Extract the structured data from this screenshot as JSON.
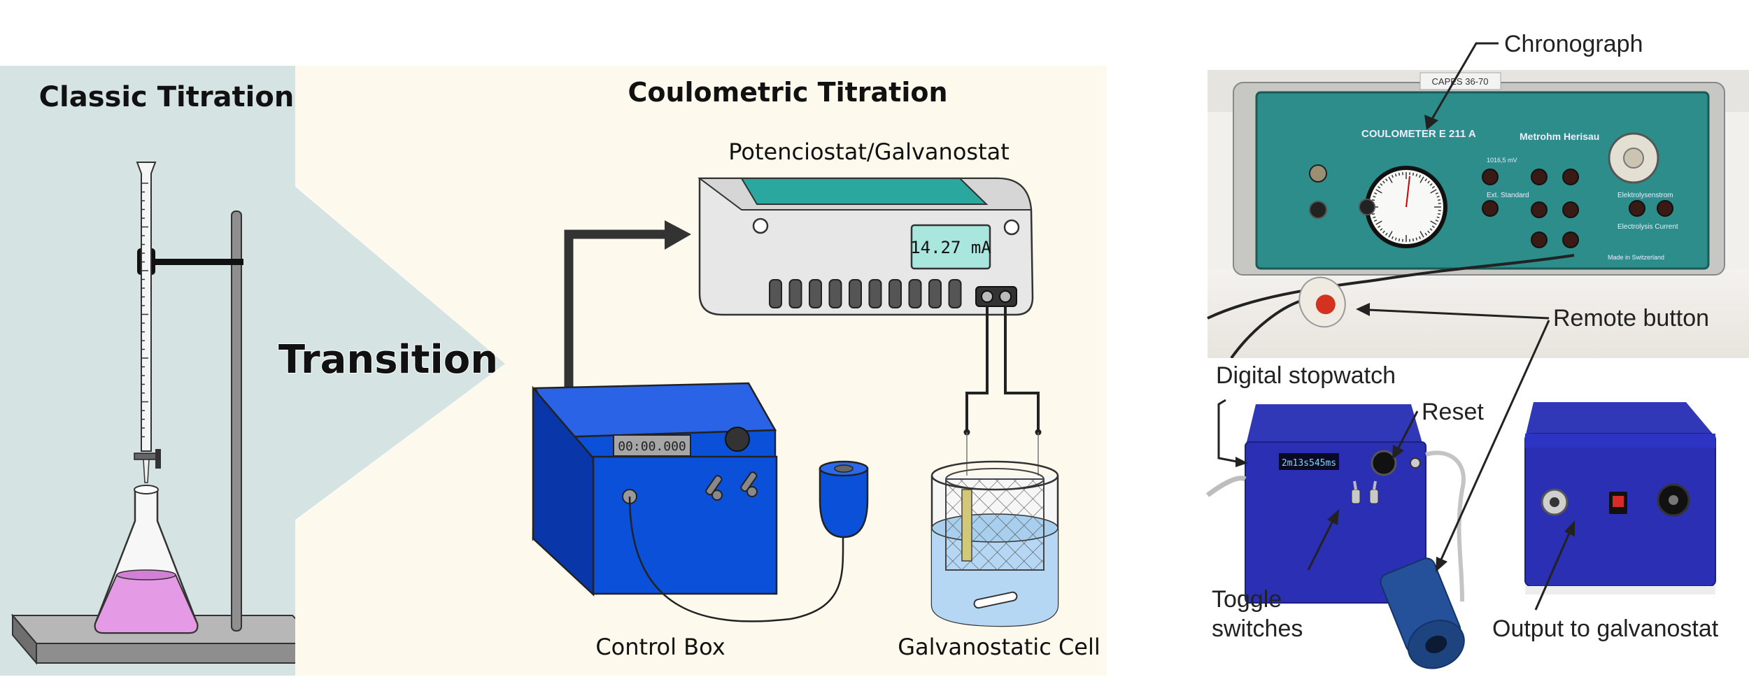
{
  "left_panel": {
    "classic_title": "Classic Titration",
    "transition_label": "Transition",
    "coulometric_title": "Coulometric Titration",
    "potentiostat_label": "Potenciostat/Galvanostat",
    "display_value": "14.27 mA",
    "control_box_label": "Control Box",
    "cell_label": "Galvanostatic Cell",
    "control_box_display": "00:00.000"
  },
  "right_panel": {
    "chronograph_label": "Chronograph",
    "remote_button_label": "Remote button",
    "digital_stopwatch_label": "Digital stopwatch",
    "reset_label": "Reset",
    "toggle_label_line1": "Toggle",
    "toggle_label_line2": "switches",
    "output_label": "Output to galvanostat",
    "device_brand": "COULOMETER  E 211 A",
    "device_maker": "Metrohm Herisau",
    "device_tag": "CAPES  36-70",
    "stopwatch_screen": "2m13s545ms",
    "panel_label_standard": "Ext. Standard",
    "panel_label_electrolysis": "Elektrolysenstrom",
    "panel_label_current": "Electrolysis Current",
    "panel_label_swiss": "Made in Switzerland"
  },
  "colors": {
    "classic_bg": "#d5e3e2",
    "coulometric_bg": "#fdf9ec",
    "device_blue": "#0a50d8",
    "meter_teal": "#2c8d8a",
    "photo_blue": "#2a2fb4",
    "pink_solution": "#e59ae6",
    "cell_liquid": "#b5d7f3"
  }
}
